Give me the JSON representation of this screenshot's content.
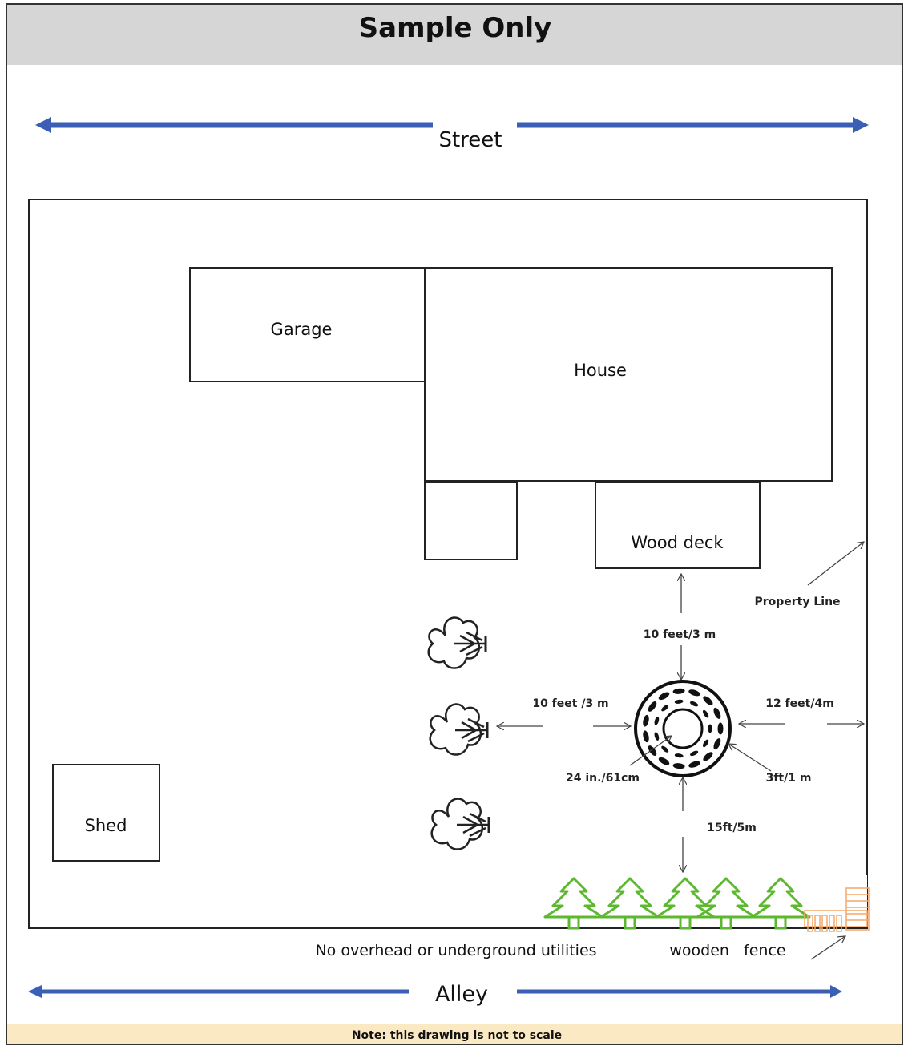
{
  "header": {
    "title": "Sample Only"
  },
  "street": {
    "label": "Street"
  },
  "alley": {
    "label": "Alley"
  },
  "buildings": {
    "garage": "Garage",
    "house": "House",
    "wood_deck": "Wood deck",
    "shed": "Shed"
  },
  "annotations": {
    "property_line": "Property Line",
    "deck_distance": "10 feet/3 m",
    "tree_distance": "10 feet /3 m",
    "line_distance": "12 feet/4m",
    "pit_diameter": "24 in./61cm",
    "clearance": "3ft/1 m",
    "fence_distance": "15ft/5m",
    "utilities": "No overhead or underground utilities",
    "fence": "wooden   fence"
  },
  "footer": {
    "note": "Note: this drawing is not to scale"
  },
  "colors": {
    "header_bg": "#d6d6d6",
    "footer_bg": "#fbe9c4",
    "arrow_blue": "#3a5fb5",
    "tree_green": "#5cb82f",
    "fence_orange": "#f4a86a"
  },
  "icons": {
    "deciduous_tree": "deciduous-tree-icon",
    "evergreen_tree": "evergreen-tree-icon",
    "fire_pit": "fire-pit-icon",
    "fence": "wooden-fence-icon"
  }
}
